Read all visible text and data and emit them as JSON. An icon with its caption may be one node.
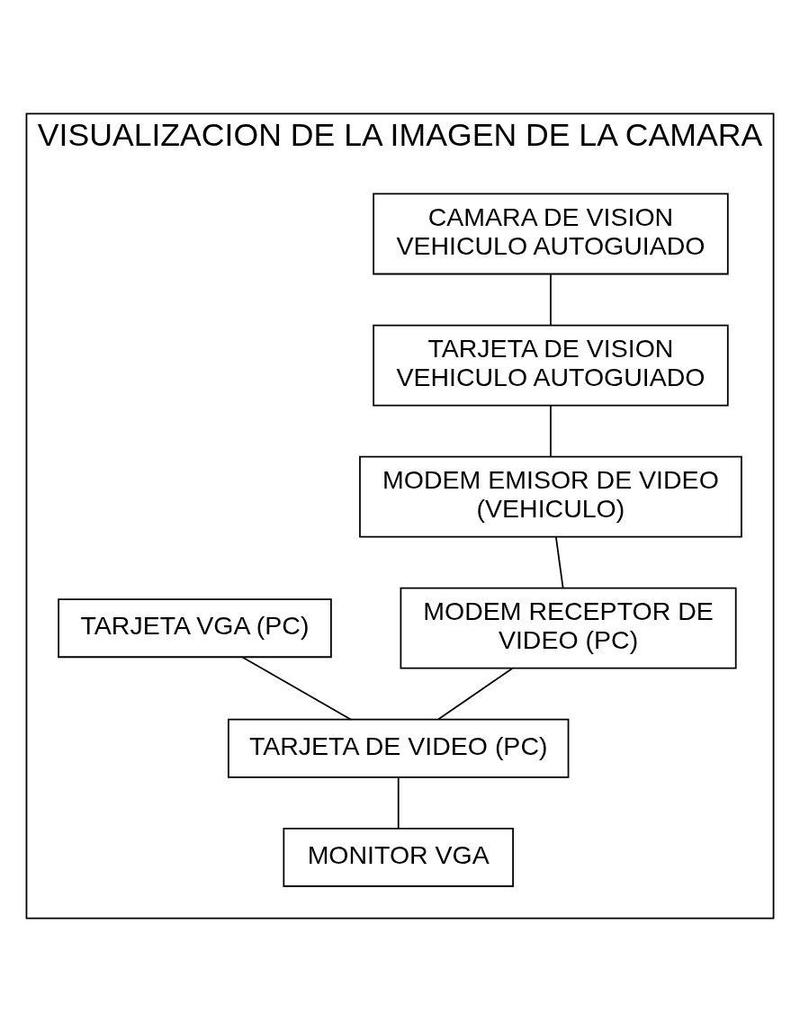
{
  "diagram": {
    "nodes": [
      {
        "text": [
          "VISUALIZACION DE LA IMAGEN DE LA CAMARA"
        ]
      },
      {
        "text": [
          "CAMARA DE VISION VEHICULO AUTOGUIADO"
        ],
        "in": 0
      },
      {
        "text": [
          "TARJETA DE VISION VEHICULO AUTOGUIADO"
        ],
        "in": 0
      },
      {
        "text": [
          "MODEM EMISOR DE VIDEO (VEHICULO)"
        ],
        "in": 0
      },
      {
        "text": [
          "MODEM RECEPTOR DE VIDEO (PC)"
        ],
        "in": 0
      },
      {
        "text": [
          "TARJETA VGA (PC)"
        ],
        "in": 0
      },
      {
        "text": [
          "TARJETA DE VIDEO (PC)"
        ],
        "in": 0
      },
      {
        "text": [
          "MONITOR VGA"
        ],
        "in": 0
      }
    ],
    "edges": [
      {
        "from": 1,
        "to": 2,
        "arrow": "none"
      },
      {
        "from": 2,
        "to": 3,
        "arrow": "none"
      },
      {
        "from": 3,
        "to": 4,
        "arrow": "none"
      },
      {
        "from": 4,
        "to": 6,
        "arrow": "none"
      },
      {
        "from": 5,
        "to": 6,
        "arrow": "none"
      },
      {
        "from": 6,
        "to": 7,
        "arrow": "none"
      }
    ]
  }
}
